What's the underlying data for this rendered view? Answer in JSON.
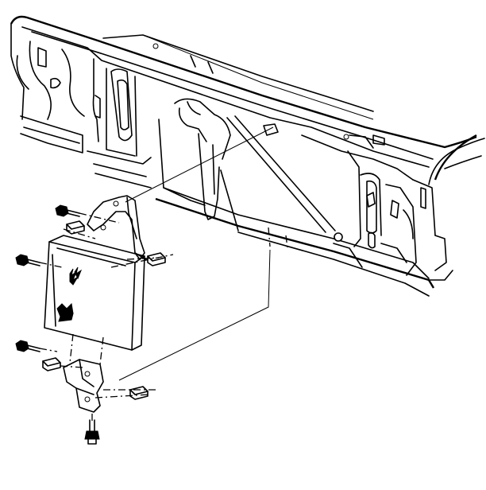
{
  "diagram": {
    "parts": [
      {
        "id": "radiator-support",
        "icon": "radiator-support-panel"
      },
      {
        "id": "upper-bracket",
        "icon": "mounting-bracket"
      },
      {
        "id": "lower-bracket",
        "icon": "mounting-bracket"
      },
      {
        "id": "module",
        "icon": "electronic-module-with-symbols"
      },
      {
        "id": "bolts",
        "icon": "hex-bolt",
        "count": 4
      },
      {
        "id": "nut-clips",
        "icon": "spring-nut-clip",
        "count": 4
      },
      {
        "id": "lower-bolt",
        "icon": "hex-bolt"
      }
    ],
    "line_color": "#000000",
    "background_color": "#ffffff"
  }
}
